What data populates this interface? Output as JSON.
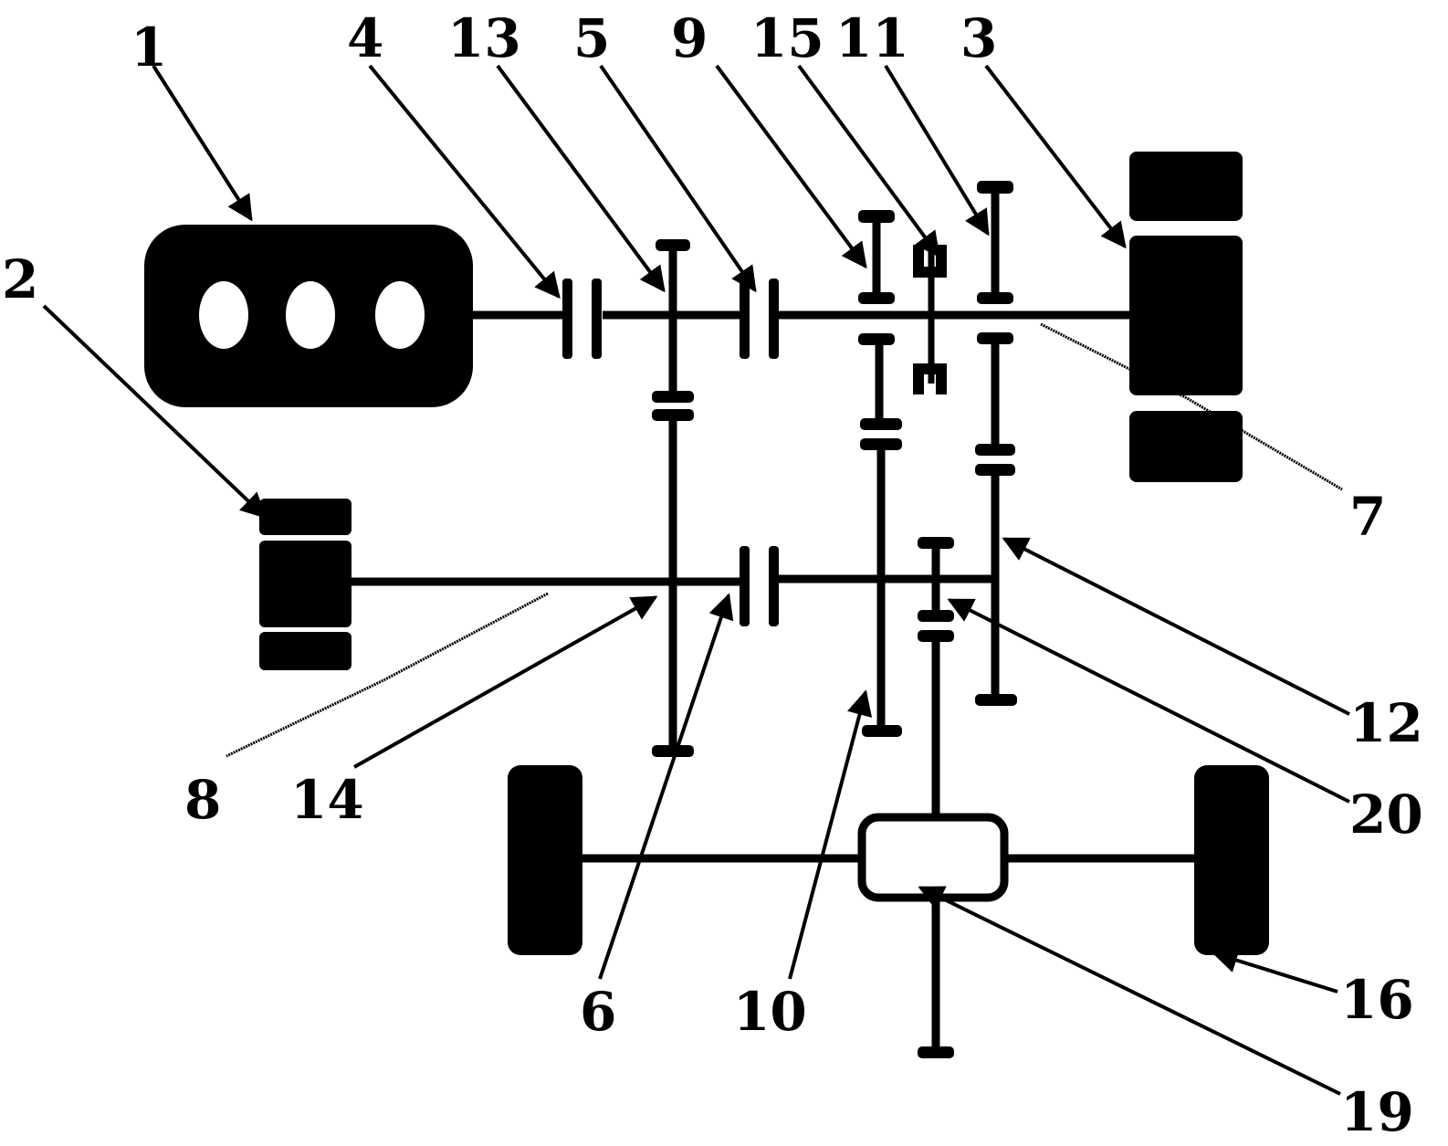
{
  "labels": {
    "l1": "1",
    "l2": "2",
    "l3": "3",
    "l4": "4",
    "l5": "5",
    "l6": "6",
    "l7": "7",
    "l8": "8",
    "l9": "9",
    "l10": "10",
    "l11": "11",
    "l12": "12",
    "l13": "13",
    "l14": "14",
    "l15": "15",
    "l16": "16",
    "l19": "19",
    "l20": "20"
  }
}
